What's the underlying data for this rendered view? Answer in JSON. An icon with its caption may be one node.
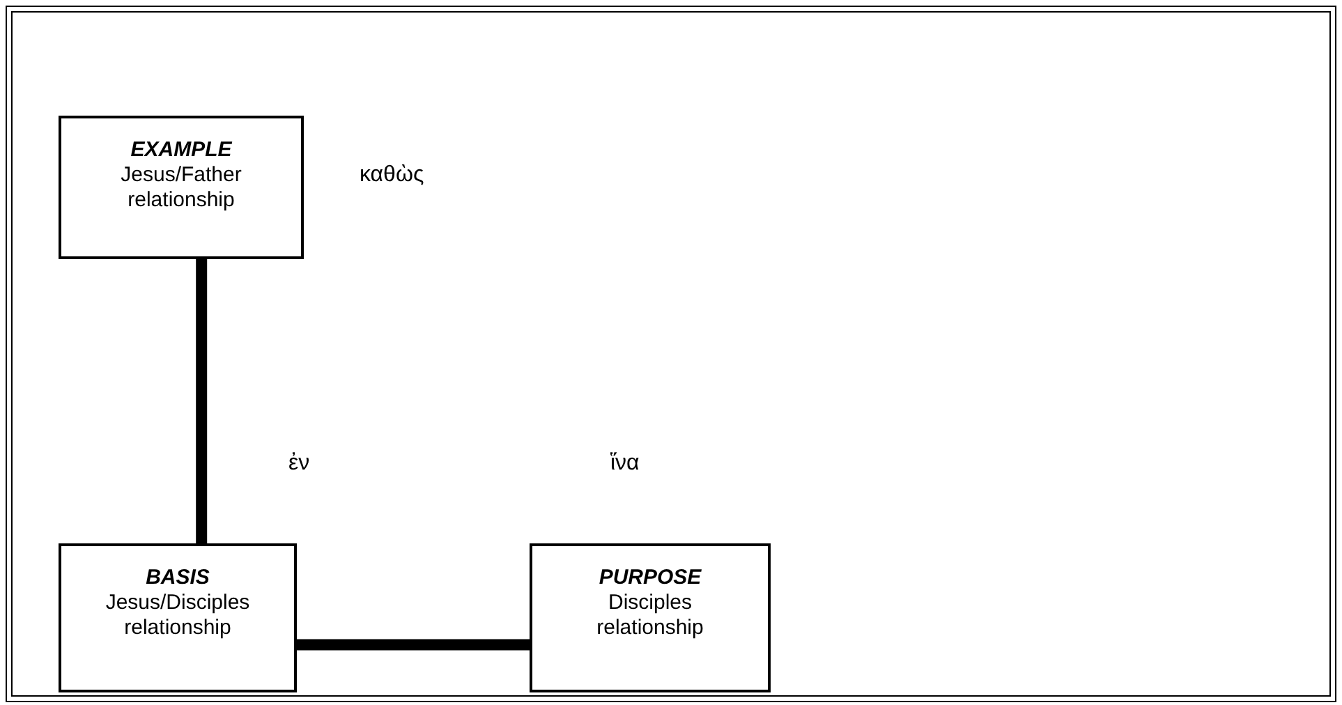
{
  "diagram": {
    "nodes": [
      {
        "text": [
          "EXAMPLE",
          "Jesus/Father relationship"
        ]
      },
      {
        "text": [
          "BASIS",
          "Jesus/Disciples relationship"
        ]
      },
      {
        "text": [
          "PURPOSE",
          "Disciples relationship"
        ]
      }
    ],
    "edges": [
      {
        "from": 0,
        "to": 1,
        "arrow": "none"
      },
      {
        "from": 1,
        "to": 2,
        "arrow": "none"
      }
    ],
    "labels": [
      "καθὼς",
      "ἐν",
      "ἵνα"
    ]
  }
}
